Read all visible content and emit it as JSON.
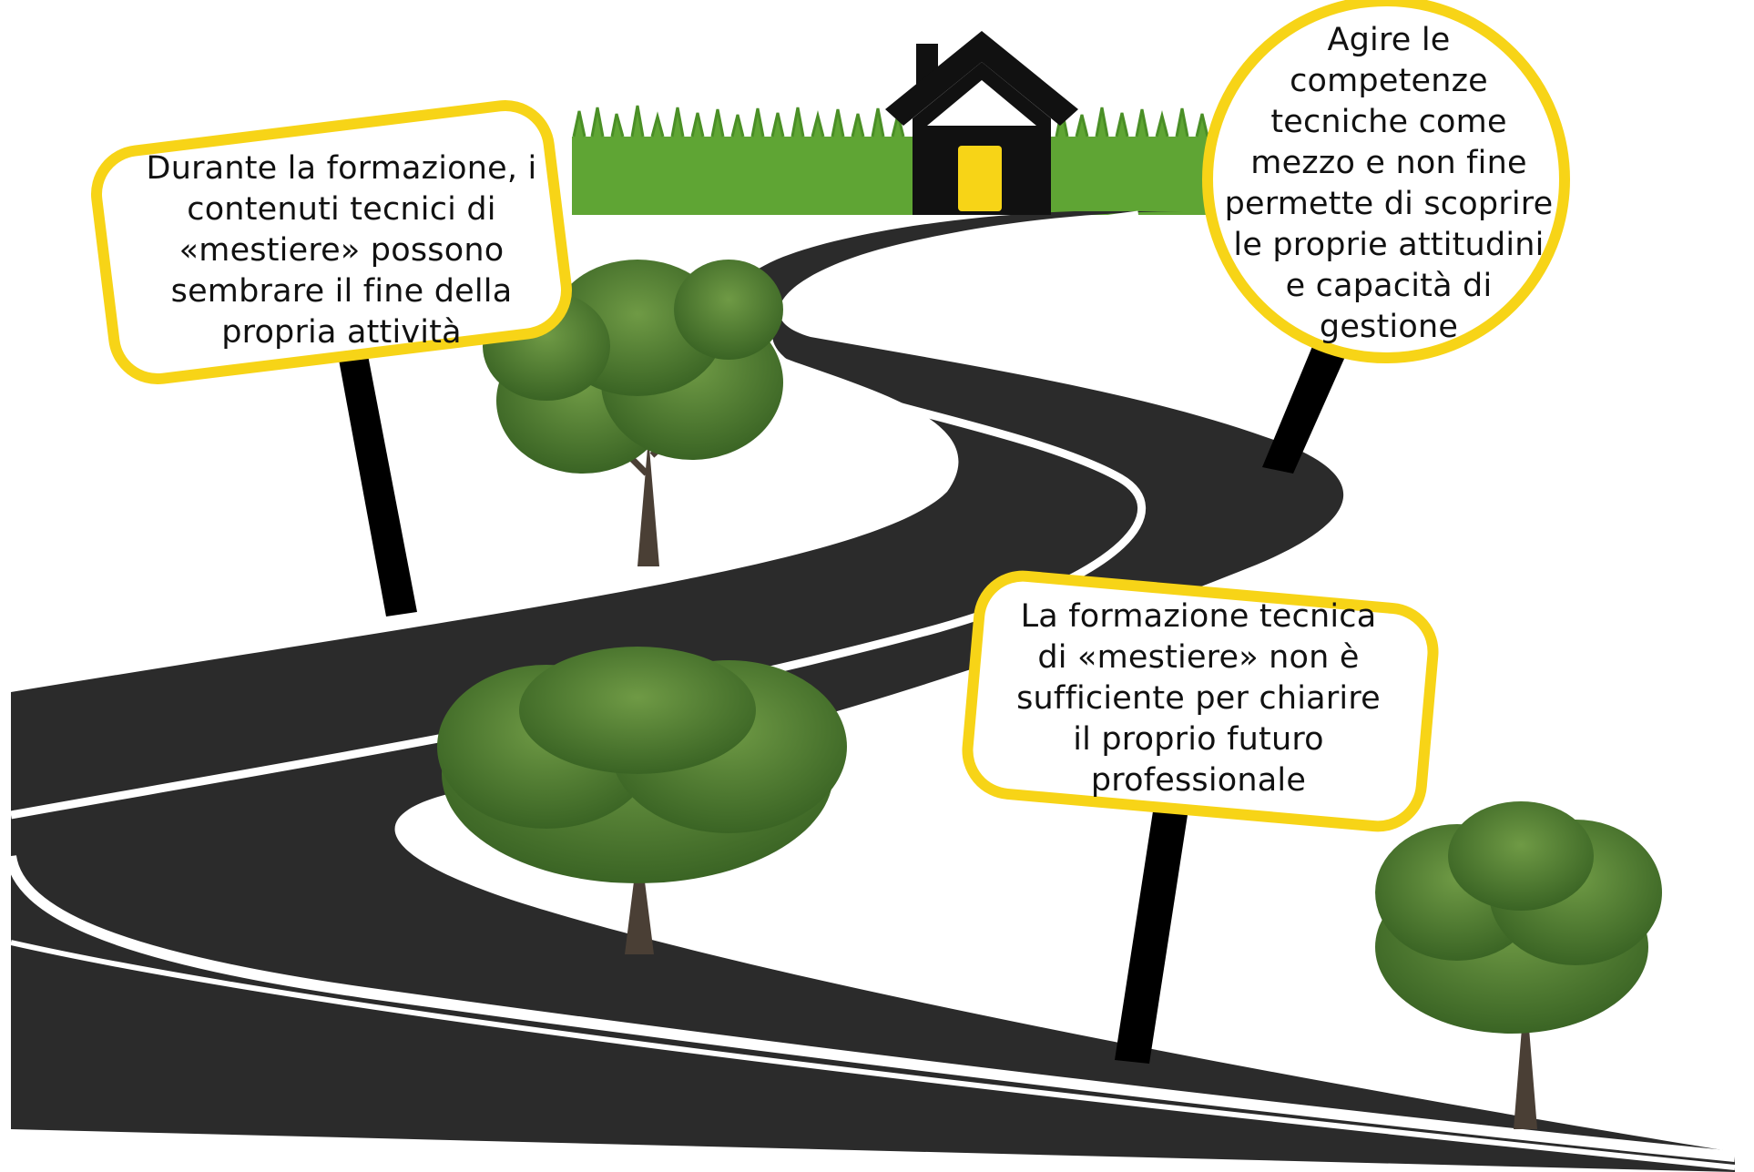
{
  "colors": {
    "accent": "#f7d417",
    "road": "#2b2b2b",
    "road_line": "#ffffff",
    "grass": "#5fa534",
    "foliage": "#4a7a2e",
    "trunk": "#4a3f35",
    "house": "#111111",
    "post": "#000000"
  },
  "icons": {
    "house": "house-icon"
  },
  "signs": {
    "top_left": {
      "text": "Durante la formazione, i\ncontenuti tecnici di\n«mestiere» possono\nsembrare il fine della\npropria attività"
    },
    "top_right": {
      "text": "Agire le\ncompetenze\ntecniche come\nmezzo e non fine\npermette di scoprire\nle proprie attitudini\ne capacità di\ngestione"
    },
    "bottom_right": {
      "text": "La formazione tecnica\ndi «mestiere» non è\nsufficiente per chiarire\nil proprio futuro\nprofessionale"
    }
  }
}
